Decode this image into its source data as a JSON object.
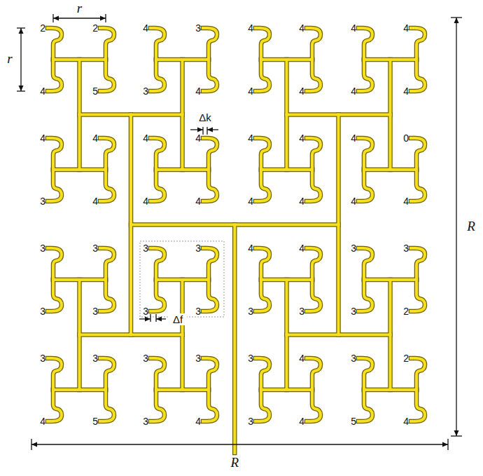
{
  "diagram": {
    "labels": [
      "r",
      "r",
      "2",
      "2",
      "4",
      "3",
      "4",
      "4",
      "4",
      "4",
      "4",
      "5",
      "3",
      "4",
      "4",
      "4",
      "4",
      "4",
      "4",
      "4",
      "4",
      "4",
      "4",
      "4",
      "4",
      "0",
      "3",
      "4",
      "4",
      "4",
      "4",
      "4",
      "4",
      "4",
      "3",
      "3",
      "3",
      "3",
      "4",
      "4",
      "3",
      "3",
      "3",
      "3",
      "3",
      "3",
      "3",
      "3",
      "3",
      "2",
      "3",
      "3",
      "3",
      "3",
      "3",
      "4",
      "3",
      "2",
      "4",
      "5",
      "3",
      "4",
      "3",
      "4",
      "5",
      "4",
      "Δk",
      "Δf",
      "R",
      "R"
    ]
  }
}
